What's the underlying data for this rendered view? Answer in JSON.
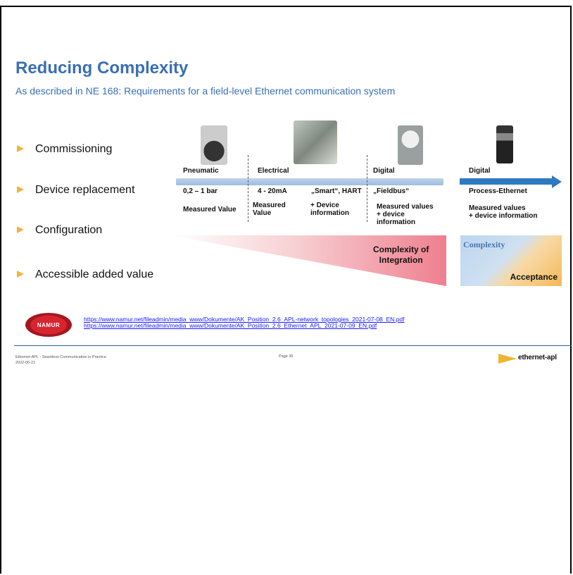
{
  "slide": {
    "title": "Reducing Complexity",
    "subtitle": "As described in NE 168: Requirements for a field-level Ethernet communication system"
  },
  "bullets": [
    "Commissioning",
    "Device replacement",
    "Configuration",
    "Accessible added value"
  ],
  "timeline": {
    "headers": [
      "Pneumatic",
      "Electrical",
      "Digital",
      "Digital"
    ],
    "signals": [
      "0,2 – 1 bar",
      "4 - 20mA",
      "„Smart“, HART",
      "„Fieldbus“",
      "Process-Ethernet"
    ],
    "values": [
      "Measured Value",
      "Measured\nValue",
      "+ Device\ninformation",
      "Measured values\n+ device\ninformation",
      "Measured values\n+ device information"
    ],
    "colors": {
      "bar": "#9fbde0",
      "arrow": "#2f78c2"
    }
  },
  "complexity": {
    "integration_label": "Complexity of\nIntegration",
    "box_top": "Complexity",
    "box_bottom": "Acceptance"
  },
  "refs": {
    "badge": "NAMUR",
    "link1": "https://www.namur.net/fileadmin/media_www/Dokumente/AK_Position_2.6_APL-network_topologies_2021-07-08_EN.pdf",
    "link2": "https://www.namur.net/fileadmin/media_www/Dokumente/AK_Position_2.6_Ethernet_APL_2021-07-09_EN.pdf"
  },
  "footer": {
    "left_line1": "Ethernet-APL - Seamless Communication in Practice",
    "left_line2": "2022-06-21",
    "page": "Page 35",
    "brand": "ethernet-apl"
  }
}
